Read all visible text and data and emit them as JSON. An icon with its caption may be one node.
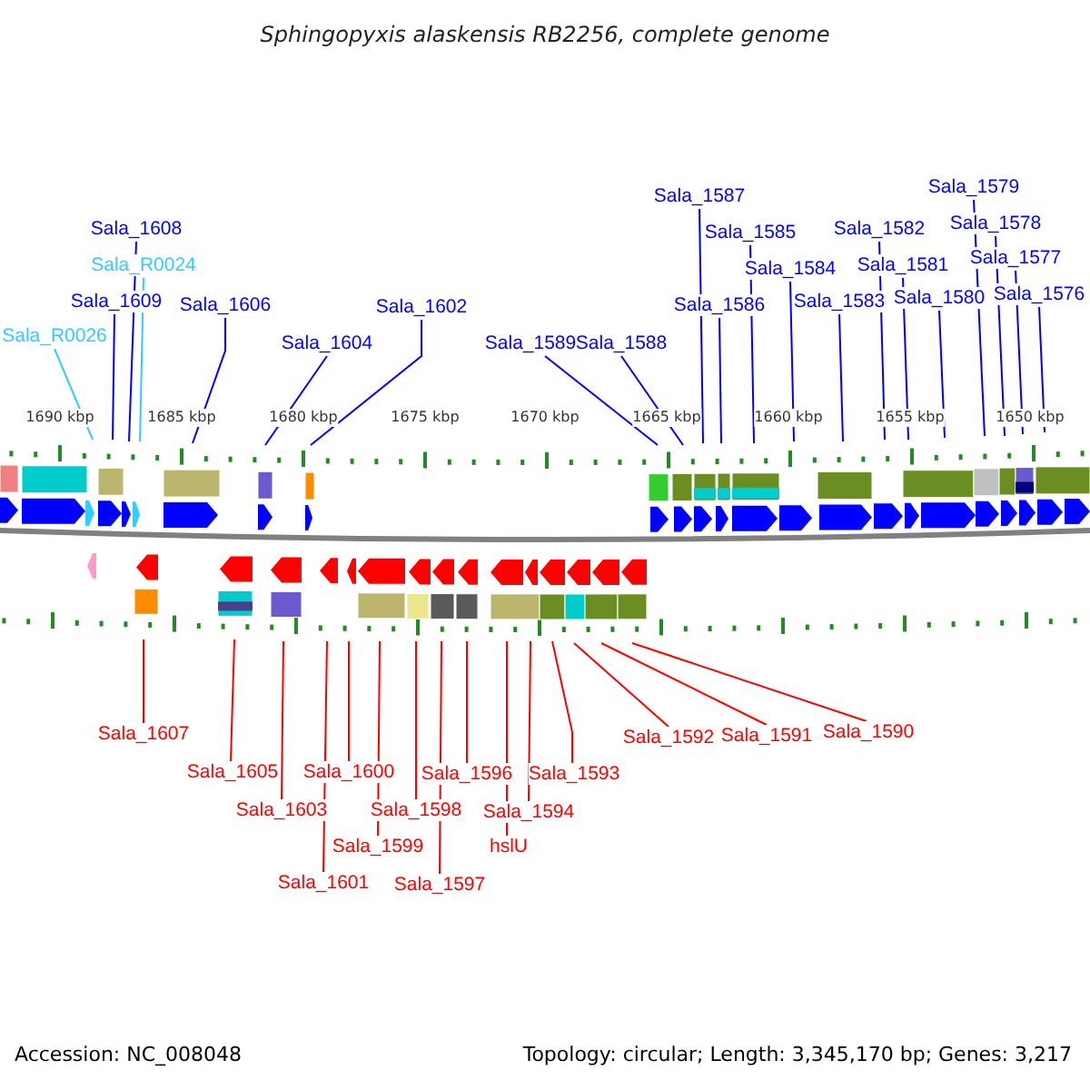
{
  "diagram": {
    "title": "Sphingopyxis alaskensis RB2256, complete genome",
    "nodes": [
      {
        "text": [
          "Sala_1608"
        ]
      },
      {
        "text": [
          "Sala_R0024"
        ]
      },
      {
        "text": [
          "Sala_1609"
        ]
      },
      {
        "text": [
          "Sala_R0026"
        ]
      },
      {
        "text": [
          "Sala_1606"
        ]
      },
      {
        "text": [
          "Sala_1604"
        ]
      },
      {
        "text": [
          "Sala_1602"
        ]
      },
      {
        "text": [
          "Sala_1589"
        ]
      },
      {
        "text": [
          "Sala_1588"
        ]
      },
      {
        "text": [
          "Sala_1587"
        ]
      },
      {
        "text": [
          "Sala_1585"
        ]
      },
      {
        "text": [
          "Sala_1586"
        ]
      },
      {
        "text": [
          "Sala_1584"
        ]
      },
      {
        "text": [
          "Sala_1583"
        ]
      },
      {
        "text": [
          "Sala_1582"
        ]
      },
      {
        "text": [
          "Sala_1581"
        ]
      },
      {
        "text": [
          "Sala_1580"
        ]
      },
      {
        "text": [
          "Sala_1579"
        ]
      },
      {
        "text": [
          "Sala_1578"
        ]
      },
      {
        "text": [
          "Sala_1577"
        ]
      },
      {
        "text": [
          "Sala_1576"
        ]
      },
      {
        "text": [
          "Sala_1607"
        ]
      },
      {
        "text": [
          "Sala_1605"
        ]
      },
      {
        "text": [
          "Sala_1603"
        ]
      },
      {
        "text": [
          "Sala_1600"
        ]
      },
      {
        "text": [
          "Sala_1601"
        ]
      },
      {
        "text": [
          "Sala_1599"
        ]
      },
      {
        "text": [
          "Sala_1598"
        ]
      },
      {
        "text": [
          "Sala_1597"
        ]
      },
      {
        "text": [
          "Sala_1596"
        ]
      },
      {
        "text": [
          "hslU"
        ]
      },
      {
        "text": [
          "Sala_1594"
        ]
      },
      {
        "text": [
          "Sala_1593"
        ]
      },
      {
        "text": [
          "Sala_1592"
        ]
      },
      {
        "text": [
          "Sala_1591"
        ]
      },
      {
        "text": [
          "Sala_1590"
        ]
      },
      {
        "text": [],
        "shape": "picture"
      }
    ],
    "edges": [
      {
        "from": 0,
        "to": 36,
        "arrow": "none"
      },
      {
        "from": 1,
        "to": 36,
        "arrow": "none",
        "color": "#33ccff"
      },
      {
        "from": 2,
        "to": 36,
        "arrow": "none"
      },
      {
        "from": 3,
        "to": 36,
        "arrow": "none",
        "color": "#33ccff"
      },
      {
        "from": 4,
        "to": 36,
        "arrow": "none"
      },
      {
        "from": 5,
        "to": 36,
        "arrow": "none"
      },
      {
        "from": 6,
        "to": 36,
        "arrow": "none"
      },
      {
        "from": 7,
        "to": 36,
        "arrow": "none"
      },
      {
        "from": 8,
        "to": 36,
        "arrow": "none"
      },
      {
        "from": 9,
        "to": 36,
        "arrow": "none"
      },
      {
        "from": 10,
        "to": 36,
        "arrow": "none"
      },
      {
        "from": 11,
        "to": 36,
        "arrow": "none"
      },
      {
        "from": 12,
        "to": 36,
        "arrow": "none"
      },
      {
        "from": 13,
        "to": 36,
        "arrow": "none"
      },
      {
        "from": 14,
        "to": 36,
        "arrow": "none"
      },
      {
        "from": 15,
        "to": 36,
        "arrow": "none"
      },
      {
        "from": 16,
        "to": 36,
        "arrow": "none"
      },
      {
        "from": 17,
        "to": 36,
        "arrow": "none"
      },
      {
        "from": 18,
        "to": 36,
        "arrow": "none"
      },
      {
        "from": 19,
        "to": 36,
        "arrow": "none"
      },
      {
        "from": 20,
        "to": 36,
        "arrow": "none"
      },
      {
        "from": 21,
        "to": 36,
        "arrow": "none",
        "color": "#ff0000"
      },
      {
        "from": 22,
        "to": 36,
        "arrow": "none",
        "color": "#ff0000"
      },
      {
        "from": 23,
        "to": 36,
        "arrow": "none",
        "color": "#ff0000"
      },
      {
        "from": 24,
        "to": 36,
        "arrow": "none",
        "color": "#ff0000"
      },
      {
        "from": 25,
        "to": 36,
        "arrow": "none",
        "color": "#ff0000"
      },
      {
        "from": 26,
        "to": 36,
        "arrow": "none",
        "color": "#ff0000"
      },
      {
        "from": 27,
        "to": 36,
        "arrow": "none",
        "color": "#ff0000"
      },
      {
        "from": 28,
        "to": 36,
        "arrow": "none",
        "color": "#ff0000"
      },
      {
        "from": 29,
        "to": 36,
        "arrow": "none",
        "color": "#ff0000"
      },
      {
        "from": 30,
        "to": 36,
        "arrow": "none",
        "color": "#ff0000"
      },
      {
        "from": 31,
        "to": 36,
        "arrow": "none",
        "color": "#ff0000"
      },
      {
        "from": 32,
        "to": 36,
        "arrow": "none",
        "color": "#ff0000"
      },
      {
        "from": 33,
        "to": 36,
        "arrow": "none",
        "color": "#ff0000"
      },
      {
        "from": 34,
        "to": 36,
        "arrow": "none",
        "color": "#ff0000"
      },
      {
        "from": 35,
        "to": 36,
        "arrow": "none",
        "color": "#ff0000"
      }
    ],
    "labels": [
      "1690 kbp",
      "1685 kbp",
      "1680 kbp",
      "1675 kbp",
      "1670 kbp",
      "1665 kbp",
      "1660 kbp",
      "1655 kbp",
      "1650 kbp",
      "Accession: NC_008048",
      "Topology: circular; Length: 3,345,170 bp; Genes: 3,217"
    ]
  }
}
